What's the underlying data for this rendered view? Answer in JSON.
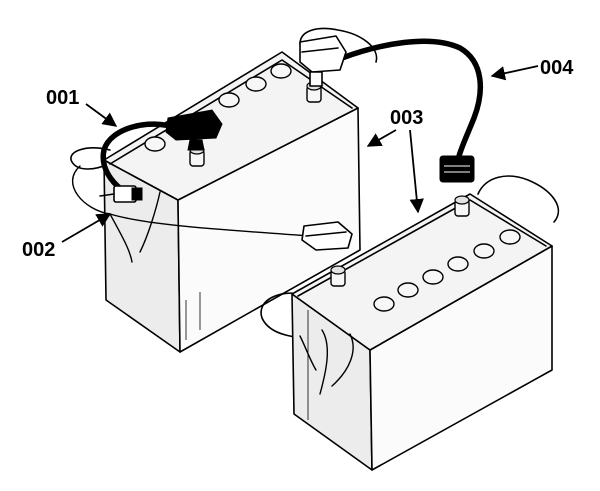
{
  "callouts": {
    "c001": "001",
    "c002": "002",
    "c003": "003",
    "c004": "004"
  },
  "colors": {
    "ink": "#000000",
    "paper": "#ffffff"
  }
}
